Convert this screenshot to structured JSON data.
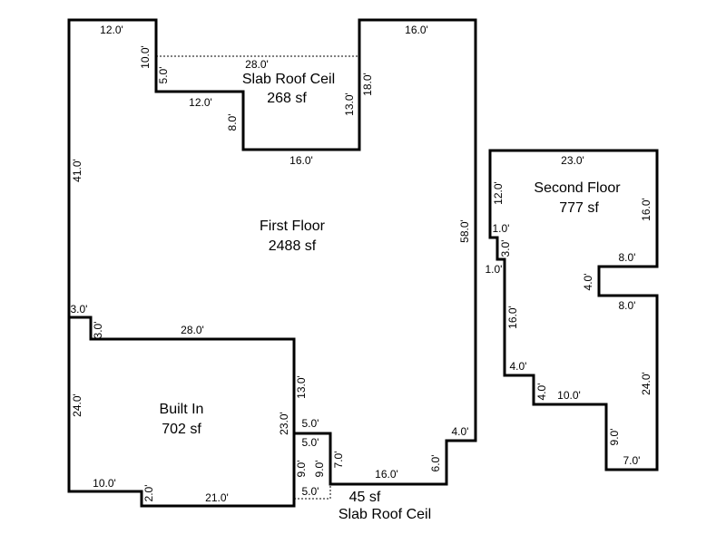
{
  "areas": {
    "first_floor": {
      "name": "First Floor",
      "size": "2488 sf"
    },
    "slab_top": {
      "name": "Slab Roof Ceil",
      "size": "268 sf"
    },
    "second_floor": {
      "name": "Second Floor",
      "size": "777 sf"
    },
    "built_in": {
      "name": "Built In",
      "size": "702 sf"
    },
    "slab_bottom": {
      "name": "Slab Roof Ceil",
      "size": "45 sf"
    }
  },
  "dims": {
    "d01": "12.0'",
    "d02": "16.0'",
    "d03": "28.0'",
    "d04": "10.0'",
    "d05": "5.0'",
    "d06": "12.0'",
    "d07": "8.0'",
    "d08": "13.0'",
    "d09": "18.0'",
    "d10": "16.0'",
    "d11": "41.0'",
    "d12": "58.0'",
    "d13": "3.0'",
    "d14": "3.0'",
    "d15": "28.0'",
    "d16": "13.0'",
    "d17": "24.0'",
    "d18": "23.0'",
    "d19": "5.0'",
    "d20": "5.0'",
    "d21": "7.0'",
    "d22": "9.0'",
    "d23": "9.0'",
    "d24": "16.0'",
    "d25": "6.0'",
    "d26": "4.0'",
    "d27": "10.0'",
    "d28": "2.0'",
    "d29": "21.0'",
    "d30": "5.0'",
    "s01": "23.0'",
    "s02": "12.0'",
    "s03": "16.0'",
    "s04": "1.0'",
    "s05": "3.0'",
    "s06": "1.0'",
    "s07": "8.0'",
    "s08": "4.0'",
    "s09": "8.0'",
    "s10": "16.0'",
    "s11": "4.0'",
    "s12": "4.0'",
    "s13": "10.0'",
    "s14": "24.0'",
    "s15": "9.0'",
    "s16": "7.0'"
  }
}
